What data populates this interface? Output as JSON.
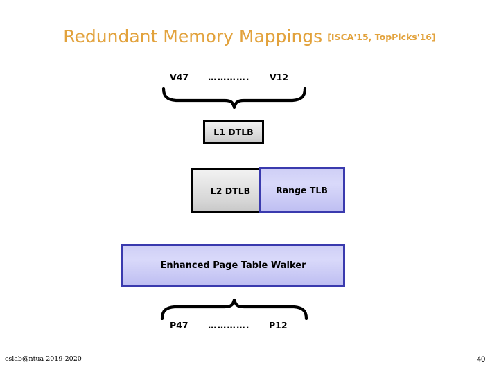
{
  "slide": {
    "title": "Redundant Memory Mappings",
    "citation": "[ISCA'15, TopPicks'16]",
    "title_color": "#E2A23C"
  },
  "virtual_address": {
    "left_label": "V47",
    "dots": "………….",
    "right_label": "V12"
  },
  "physical_address": {
    "left_label": "P47",
    "dots": "………….",
    "right_label": "P12"
  },
  "blocks": [
    {
      "name": "l1-dtlb",
      "label": "L1 DTLB",
      "style": "grey"
    },
    {
      "name": "l2-dtlb",
      "label": "L2 DTLB",
      "style": "grey"
    },
    {
      "name": "range-tlb",
      "label": "Range TLB",
      "style": "blue",
      "accent": "#3A3AAE"
    },
    {
      "name": "enhanced-page-table-walker",
      "label": "Enhanced Page Table Walker",
      "style": "blue",
      "accent": "#3A3AAE"
    }
  ],
  "footer": {
    "credit": "cslab@ntua 2019-2020",
    "page_number": "40"
  }
}
